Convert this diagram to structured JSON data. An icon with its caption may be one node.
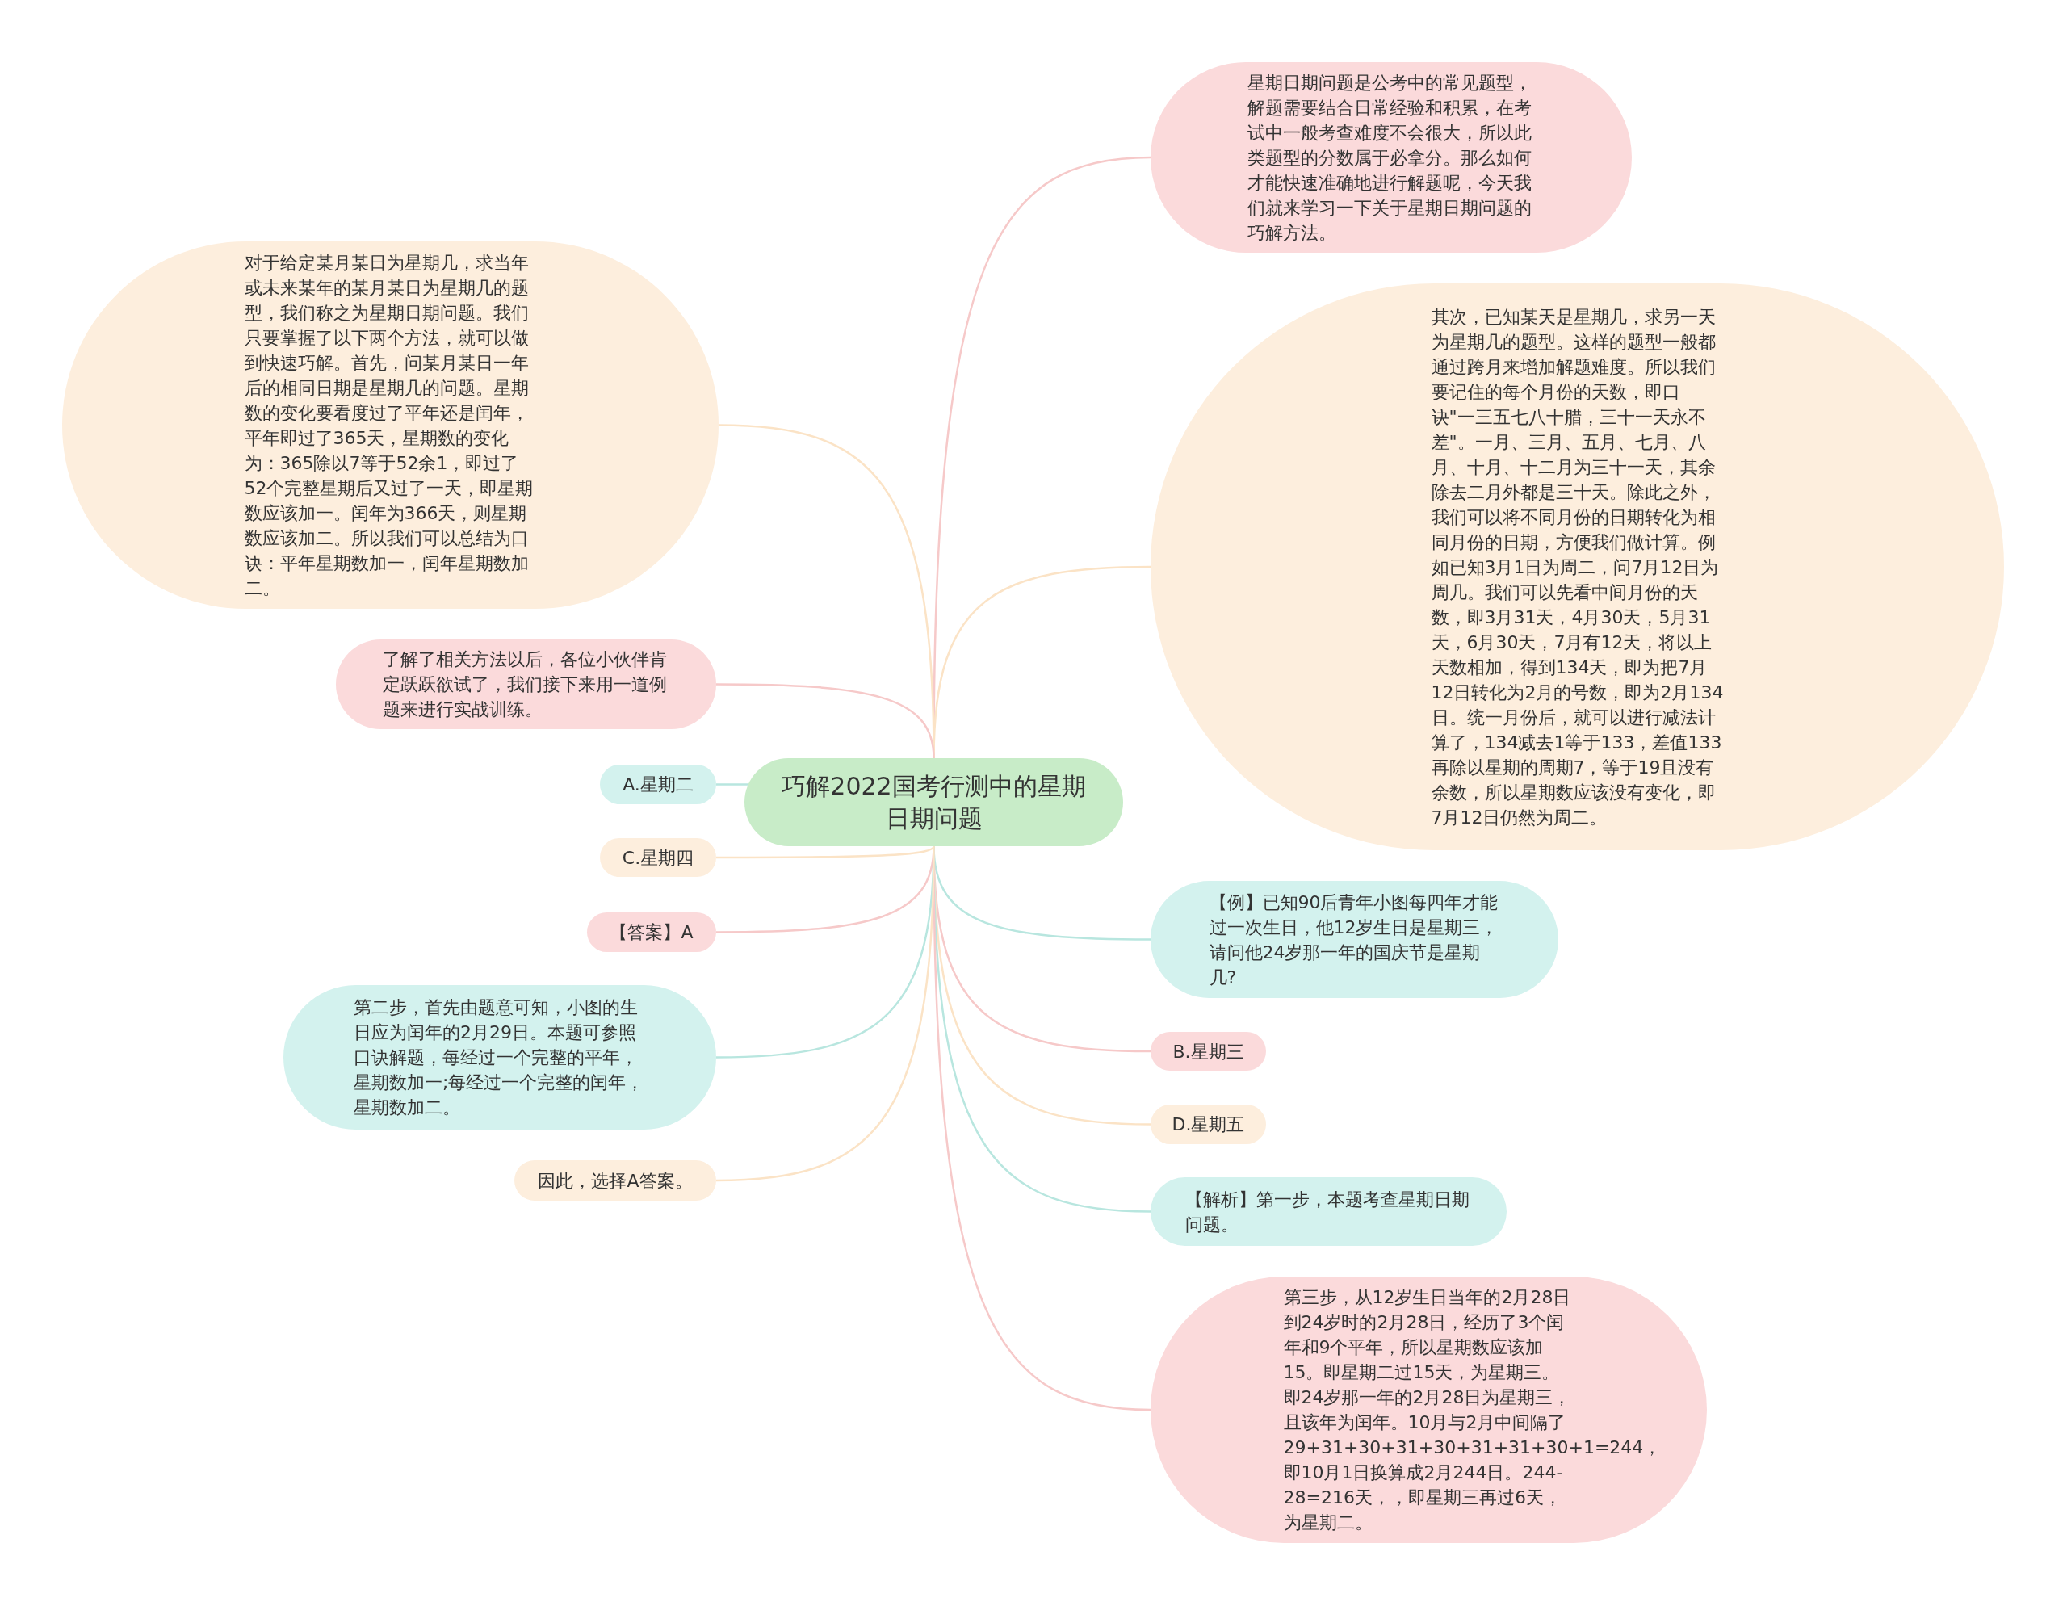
{
  "diagram": {
    "nodes": [
      {
        "text": [
          "巧解2022国考行测中的星期日期问题"
        ]
      },
      {
        "text": [
          "星期日期问题是公考中的常见题型，解题需要结合日常经验和积累，在考试中一般考查难度不会很大，所以此类题型的分数属于必拿分。那么如何才能快速准确地进行解题呢，今天我们就来学习一下关于星期日期问题的巧解方法。"
        ]
      },
      {
        "text": [
          "其次，已知某天是星期几，求另一天为星期几的题型。这样的题型一般都通过跨月来增加解题难度。所以我们要记住的每个月份的天数，即口诀\"一三五七八十腊，三十一天永不差\"。一月、三月、五月、七月、八月、十月、十二月为三十一天，其余除去二月外都是三十天。除此之外，我们可以将不同月份的日期转化为相同月份的日期，方便我们做计算。例如已知3月1日为周二，问7月12日为周几。我们可以先看中间月份的天数，即3月31天，4月30天，5月31天，6月30天，7月有12天，将以上天数相加，得到134天，即为把7月12日转化为2月的号数，即为2月134日。统一月份后，就可以进行减法计算了，134减去1等于133，差值133再除以星期的周期7，等于19且没有余数，所以星期数应该没有变化，即7月12日仍然为周二。"
        ]
      },
      {
        "text": [
          "【例】已知90后青年小图每四年才能过一次生日，他12岁生日是星期三，请问他24岁那一年的国庆节是星期几?"
        ]
      },
      {
        "text": [
          "B.星期三"
        ]
      },
      {
        "text": [
          "D.星期五"
        ]
      },
      {
        "text": [
          "【解析】第一步，本题考查星期日期问题。"
        ]
      },
      {
        "text": [
          "第三步，从12岁生日当年的2月28日到24岁时的2月28日，经历了3个闰年和9个平年，所以星期数应该加15。即星期二过15天，为星期三。即24岁那一年的2月28日为星期三，且该年为闰年。10月与2月中间隔了29+31+30+31+30+31+31+30+1=244，即10月1日换算成2月244日。244-28=216天，，即星期三再过6天，为星期二。"
        ]
      },
      {
        "text": [
          "对于给定某月某日为星期几，求当年或未来某年的某月某日为星期几的题型，我们称之为星期日期问题。我们只要掌握了以下两个方法，就可以做到快速巧解。首先，问某月某日一年后的相同日期是星期几的问题。星期数的变化要看度过了平年还是闰年，平年即过了365天，星期数的变化为：365除以7等于52余1，即过了52个完整星期后又过了一天，即星期数应该加一。闰年为366天，则星期数应该加二。所以我们可以总结为口诀：平年星期数加一，闰年星期数加二。"
        ]
      },
      {
        "text": [
          "了解了相关方法以后，各位小伙伴肯定跃跃欲试了，我们接下来用一道例题来进行实战训练。"
        ]
      },
      {
        "text": [
          "A.星期二"
        ]
      },
      {
        "text": [
          "C.星期四"
        ]
      },
      {
        "text": [
          "【答案】A"
        ]
      },
      {
        "text": [
          "第二步，首先由题意可知，小图的生日应为闰年的2月29日。本题可参照口诀解题，每经过一个完整的平年，星期数加一;每经过一个完整的闰年，星期数加二。"
        ]
      },
      {
        "text": [
          "因此，选择A答案。"
        ]
      }
    ],
    "edges": [
      {
        "from": 0,
        "to": 1,
        "arrow": "none",
        "color": "#f6c9c9"
      },
      {
        "from": 0,
        "to": 2,
        "arrow": "none",
        "color": "#fbe3c6"
      },
      {
        "from": 0,
        "to": 3,
        "arrow": "none",
        "color": "#b8e6df"
      },
      {
        "from": 0,
        "to": 4,
        "arrow": "none",
        "color": "#f6c9c9"
      },
      {
        "from": 0,
        "to": 5,
        "arrow": "none",
        "color": "#fbe3c6"
      },
      {
        "from": 0,
        "to": 6,
        "arrow": "none",
        "color": "#b8e6df"
      },
      {
        "from": 0,
        "to": 7,
        "arrow": "none",
        "color": "#f6c9c9"
      },
      {
        "from": 0,
        "to": 8,
        "arrow": "none",
        "color": "#fbe3c6"
      },
      {
        "from": 0,
        "to": 9,
        "arrow": "none",
        "color": "#f6c9c9"
      },
      {
        "from": 0,
        "to": 10,
        "arrow": "none",
        "color": "#b8e6df"
      },
      {
        "from": 0,
        "to": 11,
        "arrow": "none",
        "color": "#fbe3c6"
      },
      {
        "from": 0,
        "to": 12,
        "arrow": "none",
        "color": "#f6c9c9"
      },
      {
        "from": 0,
        "to": 13,
        "arrow": "none",
        "color": "#b8e6df"
      },
      {
        "from": 0,
        "to": 14,
        "arrow": "none",
        "color": "#fbe3c6"
      }
    ]
  }
}
